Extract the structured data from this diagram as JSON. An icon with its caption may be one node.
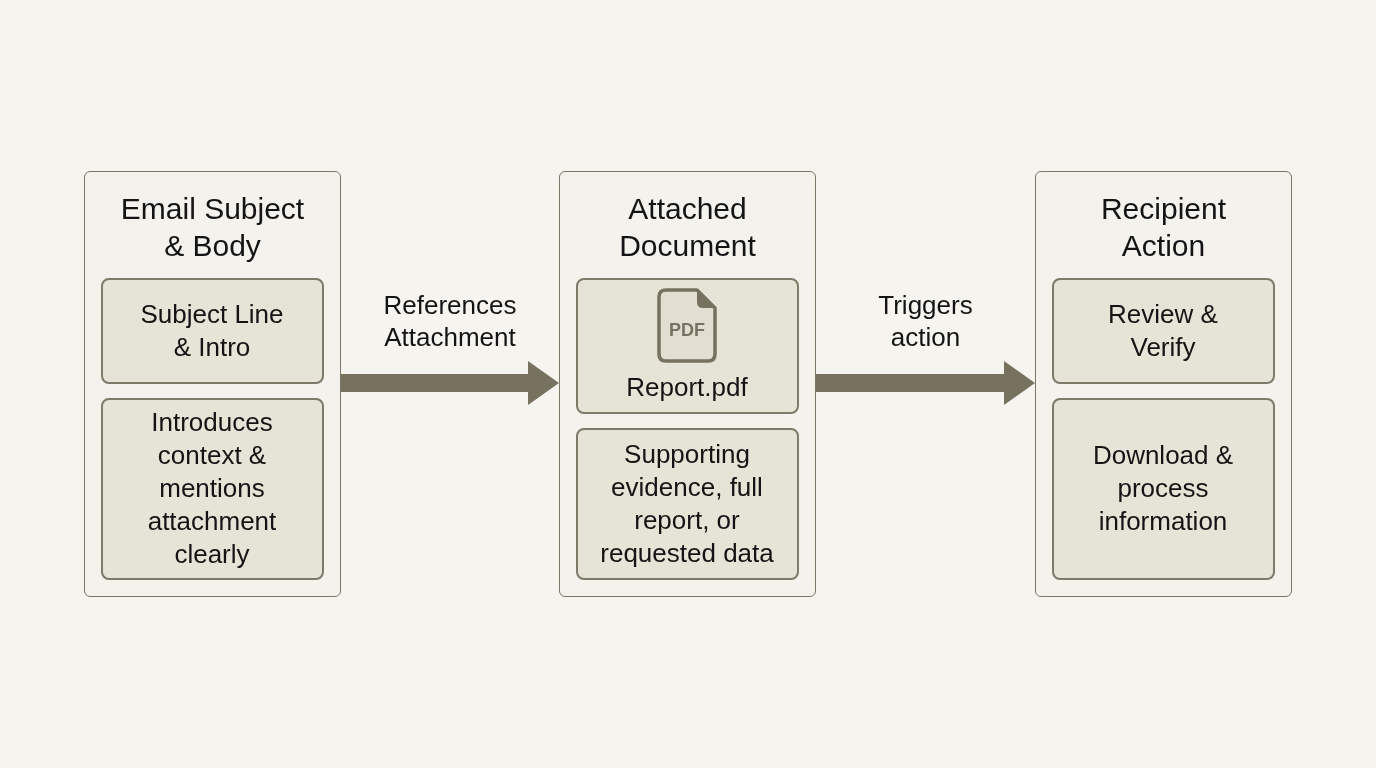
{
  "diagram": {
    "nodes": [
      {
        "text": [
          "Email Subject & Body"
        ]
      },
      {
        "text": [
          "Subject Line & Intro"
        ],
        "in": 0
      },
      {
        "text": [
          "Introduces context & mentions attachment clearly"
        ],
        "in": 0
      },
      {
        "text": [
          "Attached Document"
        ]
      },
      {
        "text": [
          "PDF",
          "Report.pdf"
        ],
        "in": 3
      },
      {
        "text": [
          "Supporting evidence, full report, or requested data"
        ],
        "in": 3
      },
      {
        "text": [
          "Recipient Action"
        ]
      },
      {
        "text": [
          "Review & Verify"
        ],
        "in": 6
      },
      {
        "text": [
          "Download & process information"
        ],
        "in": 6
      }
    ],
    "edges": [
      {
        "from": 0,
        "to": 3,
        "arrow": "to",
        "label": "References Attachment"
      },
      {
        "from": 3,
        "to": 6,
        "arrow": "to",
        "label": "Triggers action"
      }
    ]
  }
}
